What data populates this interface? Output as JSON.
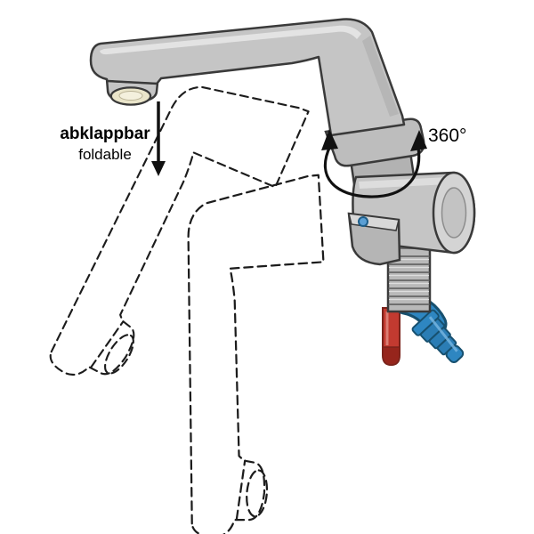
{
  "illustration": {
    "labels": {
      "fold_primary": "abklappbar",
      "fold_secondary": "foldable",
      "rotation": "360°"
    },
    "colors": {
      "background": "#ffffff",
      "outline": "#3a3a3a",
      "faucet_gray": "#c5c5c5",
      "faucet_gray_dark": "#b0b0b0",
      "faucet_highlight": "#e3e3e3",
      "aerator_cream": "#eae5ca",
      "hot_hose_red": "#c23a30",
      "cold_fitting_blue": "#2e86c1",
      "indicator_blue": "#5b9fd4"
    },
    "icons": [
      {
        "name": "fold-direction-arrow"
      },
      {
        "name": "rotation-arrow"
      }
    ]
  }
}
